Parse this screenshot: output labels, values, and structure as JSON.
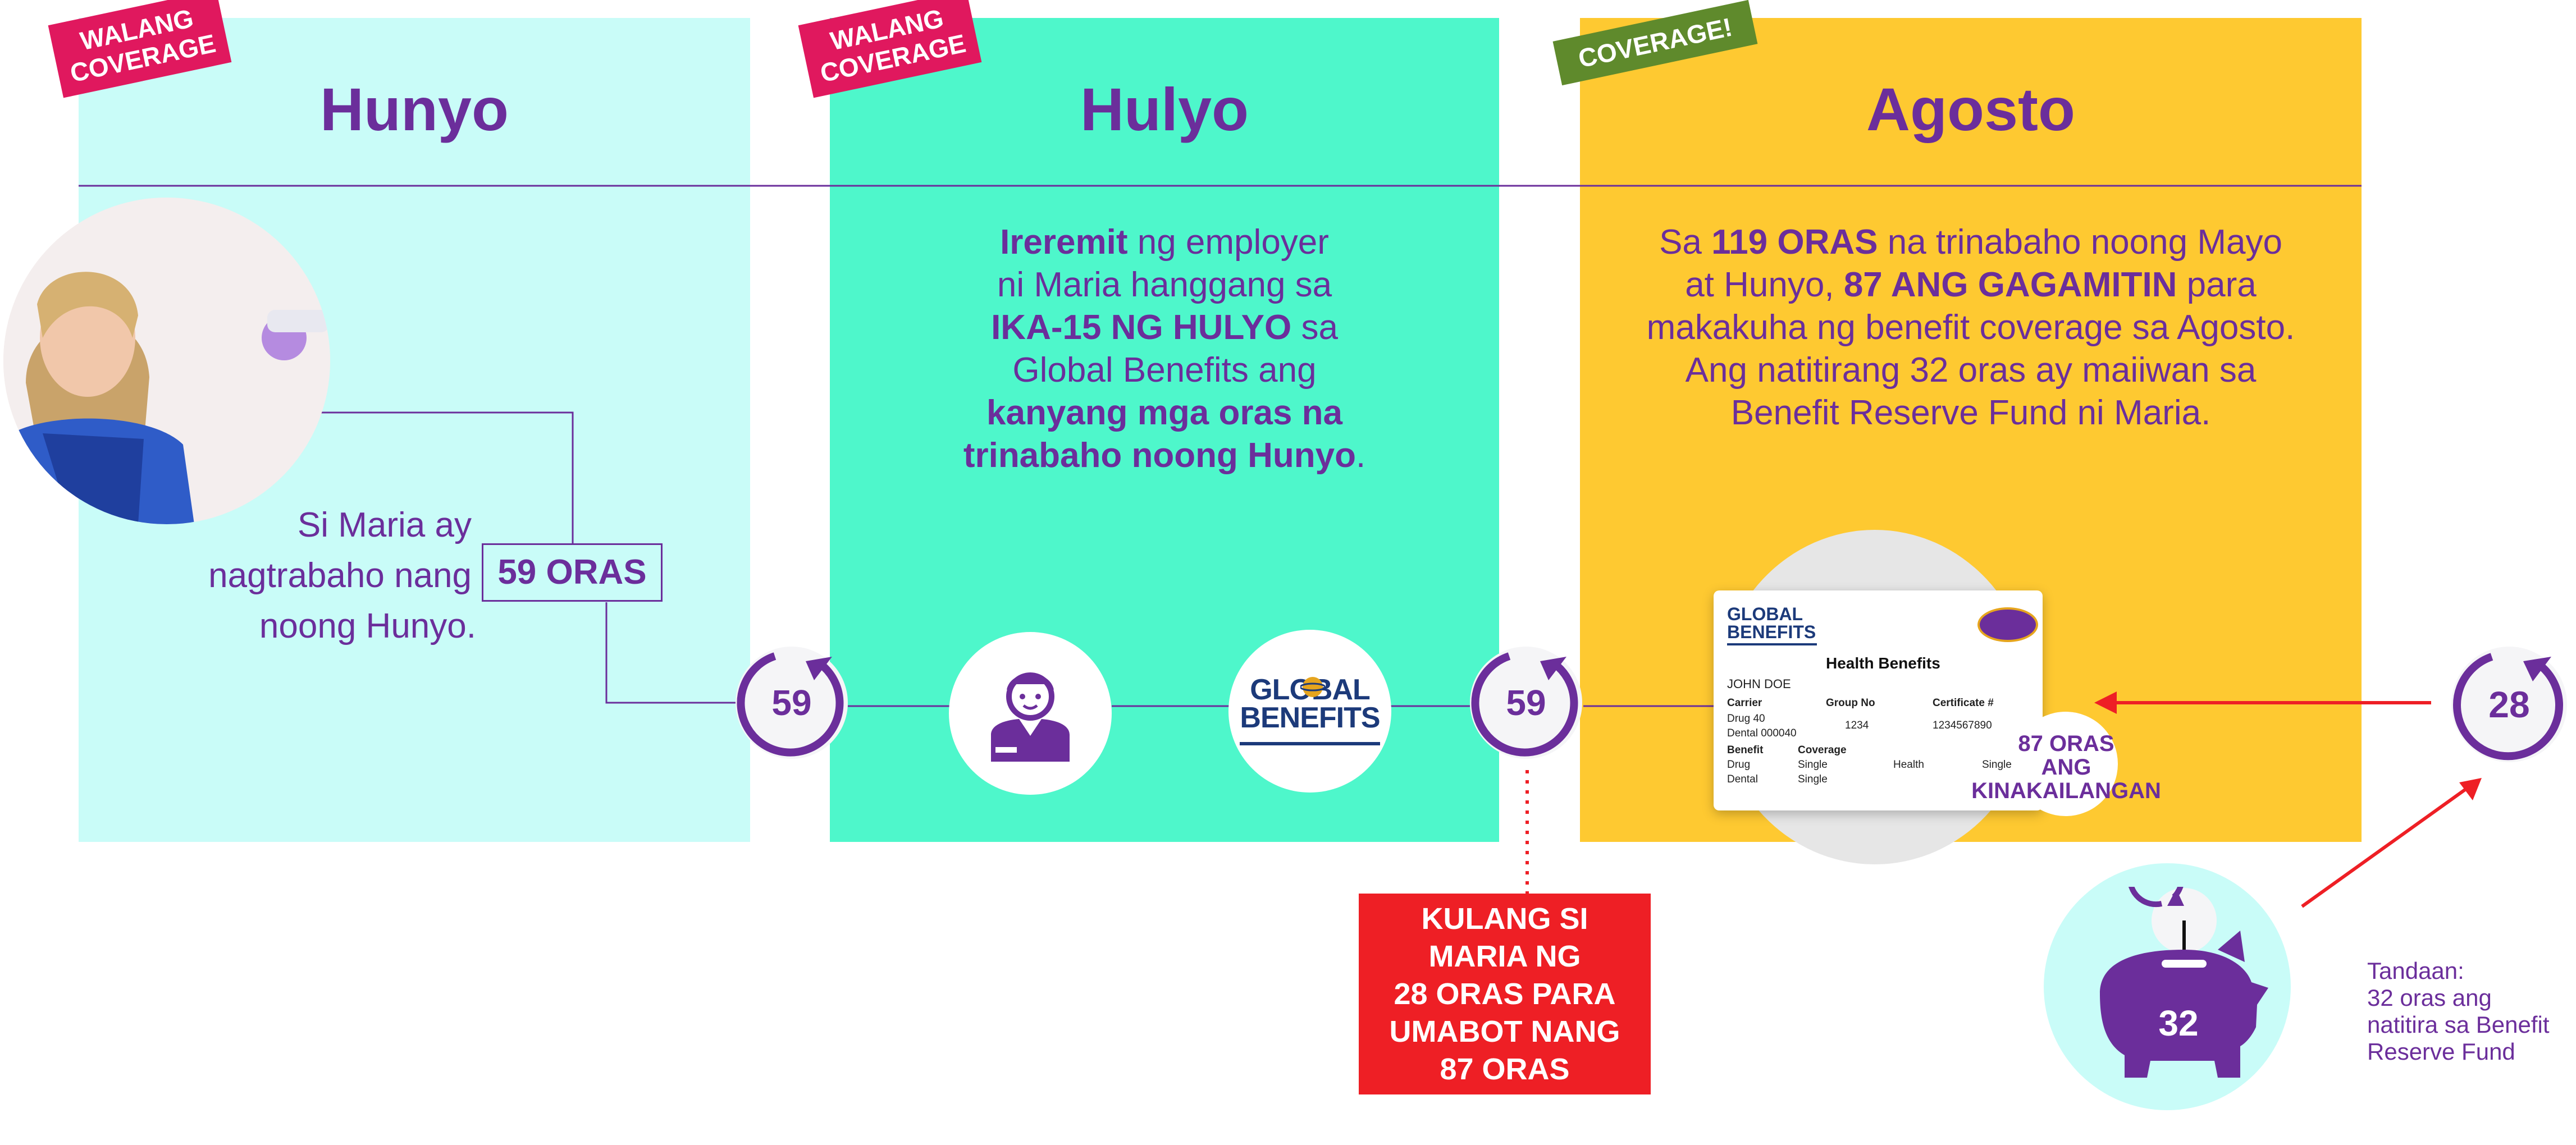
{
  "panels": {
    "june": {
      "month": "Hunyo",
      "tag": "WALANG COVERAGE",
      "text_line1": "Si Maria ay",
      "text_line2_a": "nagtrabaho nang",
      "text_line2_hours": "59 ORAS",
      "text_line3": "noong Hunyo."
    },
    "july": {
      "month": "Hulyo",
      "tag": "WALANG COVERAGE",
      "l1_bold": "Ireremit",
      "l1_rest": " ng employer",
      "l2": "ni Maria hanggang sa",
      "l3_bold": "IKA-15 NG HULYO",
      "l3_rest": " sa",
      "l4": "Global Benefits ang",
      "l5_bold": "kanyang mga oras na",
      "l6_bold": "trinabaho noong Hunyo",
      "l6_rest": "."
    },
    "august": {
      "month": "Agosto",
      "tag": "COVERAGE!",
      "l1_a": "Sa ",
      "l1_bold": "119 ORAS",
      "l1_b": " na trinabaho noong Mayo",
      "l2_a": "at Hunyo, ",
      "l2_bold": "87 ANG GAGAMITIN",
      "l2_b": " para",
      "l3": "makakuha ng benefit coverage sa Agosto.",
      "l4": "Ang natitirang 32 oras ay maiiwan sa",
      "l5": "Benefit Reserve Fund ni Maria."
    }
  },
  "nodes": {
    "june_hours": "59",
    "july_hours": "59",
    "reserve_needed": "28",
    "piggy_hours": "32",
    "required_line1": "87 ORAS",
    "required_line2": "ANG",
    "required_line3": "KINAKAILANGAN"
  },
  "logo": {
    "line1": "GLOBAL",
    "line2": "BENEFITS"
  },
  "card": {
    "logo_line1": "GLOBAL",
    "logo_line2": "BENEFITS",
    "title": "Health Benefits",
    "name": "JOHN DOE",
    "col_carrier": "Carrier",
    "col_group": "Group No",
    "col_cert": "Certificate #",
    "drug_carrier": "Drug 40",
    "group_no": "1234",
    "cert_no": "1234567890",
    "dental_carrier": "Dental 000040",
    "col_benefit": "Benefit",
    "col_coverage": "Coverage",
    "row1_benefit": "Drug",
    "row1_coverage": "Single",
    "row1_extra": "Health",
    "row1_extra2": "Single",
    "row2_benefit": "Dental",
    "row2_coverage": "Single"
  },
  "alert": {
    "line1": "KULANG SI",
    "line2": "MARIA NG",
    "line3": "28 ORAS PARA",
    "line4": "UMABOT NANG",
    "line5": "87 ORAS"
  },
  "note": {
    "line1": "Tandaan:",
    "line2": "32 oras ang",
    "line3": "natitira sa Benefit",
    "line4": "Reserve Fund"
  },
  "colors": {
    "purple": "#6b2e9b",
    "june_bg": "#c9fcf8",
    "july_bg": "#4ef7cb",
    "august_bg": "#fec931",
    "tag_red": "#e0185e",
    "tag_green": "#5f8a2c",
    "alert_red": "#ee1f25"
  },
  "icons": [
    "worker-photo",
    "employer-avatar-icon",
    "global-benefits-logo",
    "health-card",
    "piggy-bank-icon",
    "cycle-arrow-icon"
  ]
}
